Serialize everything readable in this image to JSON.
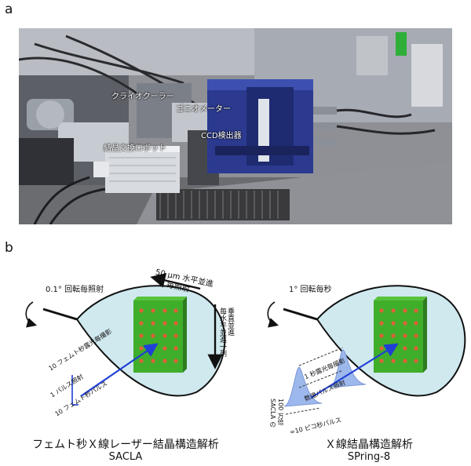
{
  "panel_a": {
    "label": "a",
    "photo_labels": {
      "cryocooler": "クライオクーラー",
      "diffractometer": "ゴニオメーター",
      "ccd": "CCD検出器",
      "robot": "結晶交換ロボット"
    }
  },
  "panel_b": {
    "label": "b",
    "left": {
      "rotation": "0.1°  回転毎照射",
      "translate_h": "50 μm 水平並進",
      "per_shot": "毎照射",
      "vert_1": "垂直並進",
      "vert_2": "毎水平並進一列",
      "diffraction": "10 フェムト秒露光毎撮影",
      "pulse_count": "1 パルス照射",
      "pulse_width": "10 フェムト秒パルス",
      "caption_ja": "フェムト秒Ｘ線レーザー結晶構造解析",
      "caption_en": "SACLA"
    },
    "right": {
      "rotation": "1°  回転毎秒",
      "exposure": "1 秒露光毎撮影",
      "pulses": "数億パルス照射",
      "vert_a": "SACLA の",
      "vert_b": "100 万倍",
      "pulse_width": "≈10 ピコ秒パルス",
      "caption_ja": "Ｘ線結晶構造解析",
      "caption_en": "SPring-8"
    }
  },
  "colors": {
    "drop": "#cfe9ef",
    "crystal_front": "#3fae2a",
    "crystal_side": "#2e7d1f",
    "spot": "#e0603a",
    "beam": "#1f3fd6"
  }
}
